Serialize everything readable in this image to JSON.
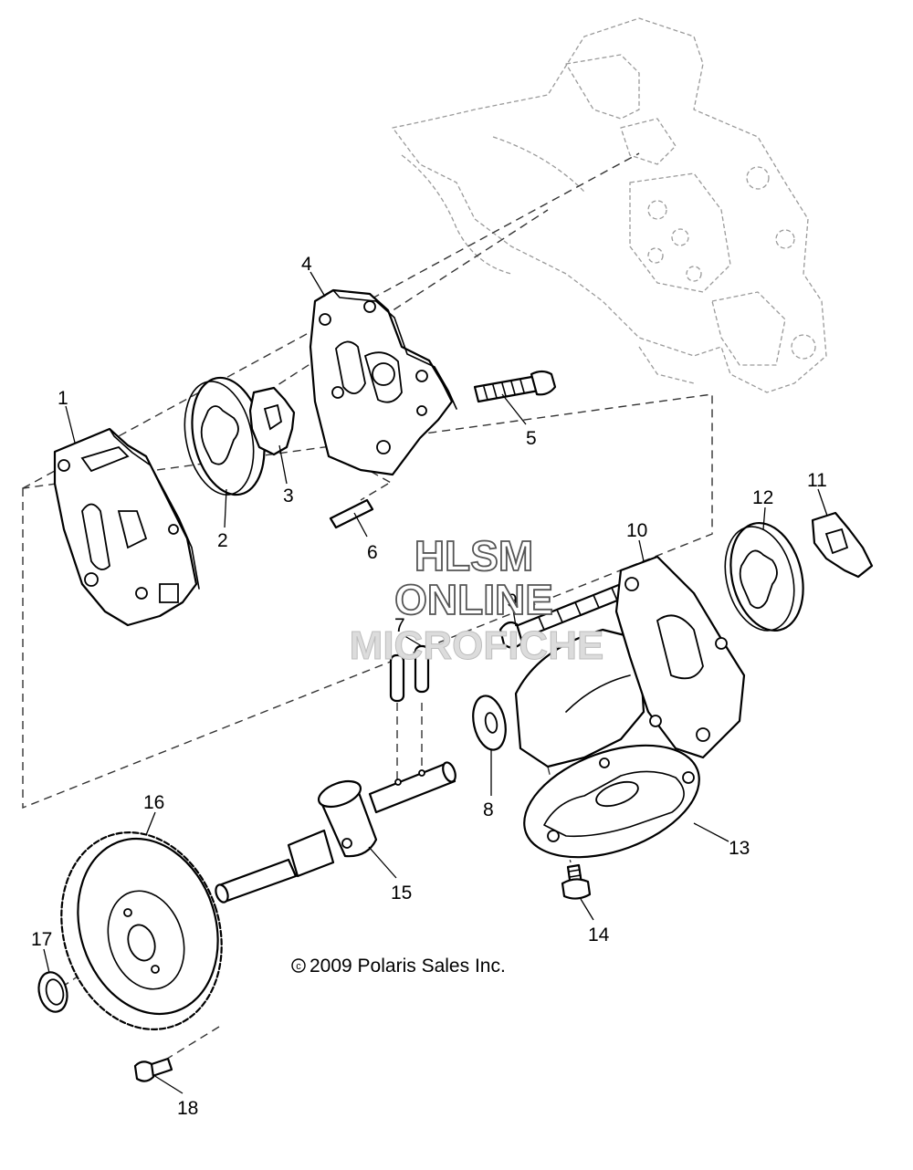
{
  "diagram": {
    "callouts": [
      {
        "id": "1",
        "label": "1"
      },
      {
        "id": "2",
        "label": "2"
      },
      {
        "id": "3",
        "label": "3"
      },
      {
        "id": "4",
        "label": "4"
      },
      {
        "id": "5",
        "label": "5"
      },
      {
        "id": "6",
        "label": "6"
      },
      {
        "id": "7",
        "label": "7"
      },
      {
        "id": "8",
        "label": "8"
      },
      {
        "id": "9",
        "label": "9"
      },
      {
        "id": "10",
        "label": "10"
      },
      {
        "id": "11",
        "label": "11"
      },
      {
        "id": "12",
        "label": "12"
      },
      {
        "id": "13",
        "label": "13"
      },
      {
        "id": "14",
        "label": "14"
      },
      {
        "id": "15",
        "label": "15"
      },
      {
        "id": "16",
        "label": "16"
      },
      {
        "id": "17",
        "label": "17"
      },
      {
        "id": "18",
        "label": "18"
      }
    ],
    "watermark": {
      "line1": "HLSM",
      "line2": "ONLINE",
      "line3": "MICROFICHE"
    },
    "copyright": {
      "symbol": "c",
      "text": "2009 Polaris Sales Inc."
    }
  }
}
